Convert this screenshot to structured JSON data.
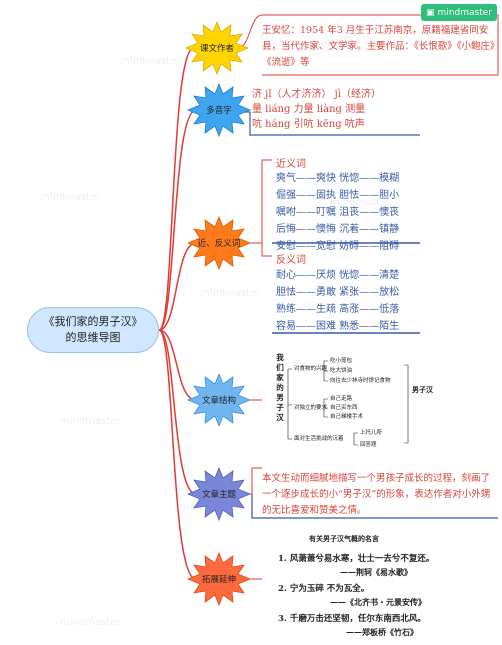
{
  "badge": {
    "icon": "mindmaster-logo-icon",
    "text": "mindmaster"
  },
  "root": {
    "line1": "《我们家的男子汉》",
    "line2": "的思维导图"
  },
  "branches": [
    {
      "label": "课文作者"
    },
    {
      "label": "多音字"
    },
    {
      "label": "近、反义词"
    },
    {
      "label": "文章结构"
    },
    {
      "label": "文章主题"
    },
    {
      "label": "拓展延伸"
    }
  ],
  "author": {
    "text": "王安忆：1954 年3 月生于江苏南京，原籍福建省同安县，当代作家、文学家。主要作品：《长恨歌》《小鲍庄》《流逝》等"
  },
  "polyphones": [
    "济 jǐ（人才济济） jì（经济）",
    "量 liáng 力量 liàng 测量",
    "吭 háng 引吭 kēng 吭声"
  ],
  "synonyms": {
    "title": "近义词",
    "rows": [
      "爽气——爽快 恍惚——模糊",
      "倔强——固执 胆怯——胆小",
      "嘱咐——叮嘱 沮丧——懊丧",
      "后悔——懊悔 沉着——镇静",
      "安慰——宽慰 妨碍——阻碍"
    ]
  },
  "antonyms": {
    "title": "反义词",
    "rows": [
      "耐心——厌烦 恍惚——清楚",
      "胆怯——勇敢 紧张——放松",
      "熟练——生疏 高涨——低落",
      "容易——困难 熟悉——陌生"
    ]
  },
  "structure": {
    "vertical_title": "我们家的男子汉",
    "groups": [
      {
        "label": "对食物的兴趣",
        "items": [
          "吃小笼包",
          "吃大饼油",
          "向往去少林寺时馋记食物"
        ]
      },
      {
        "label": "对独立的要求",
        "items": [
          "自己走路",
          "自己买东西",
          "自己梯楼手术"
        ]
      },
      {
        "label": "面对生活挑战的沉着",
        "items": [
          "上托儿所",
          "回答题"
        ]
      }
    ],
    "end_label": "男子汉"
  },
  "theme": {
    "text": "本文生动而细腻地描写一个男孩子成长的过程，刻画了一个逐步成长的小“男子汉”的形象，表达作者对小外甥的无比喜爱和赞美之情。"
  },
  "extension": {
    "title": "有关男子汉气概的名言",
    "lines": [
      "1. 风萧萧兮易水寒，壮士一去兮不复还。",
      "——荆轲《易水歌》",
      "2. 宁为玉碎 不为瓦全。",
      "——《北齐书・元景安传》",
      "3. 千磨万击还坚韧，任尔东南西北风。",
      "——郑板桥《竹石》"
    ]
  },
  "colors": {
    "wire": "#e53935",
    "root_fill": "#cfe8ff",
    "star_yellow": "#ffd400",
    "star_blue": "#3ea6f0",
    "star_orange": "#ff7a1a",
    "star_lightblue": "#6fb6f2",
    "star_purple": "#7a86d8",
    "star_red": "#ff6a3d"
  }
}
